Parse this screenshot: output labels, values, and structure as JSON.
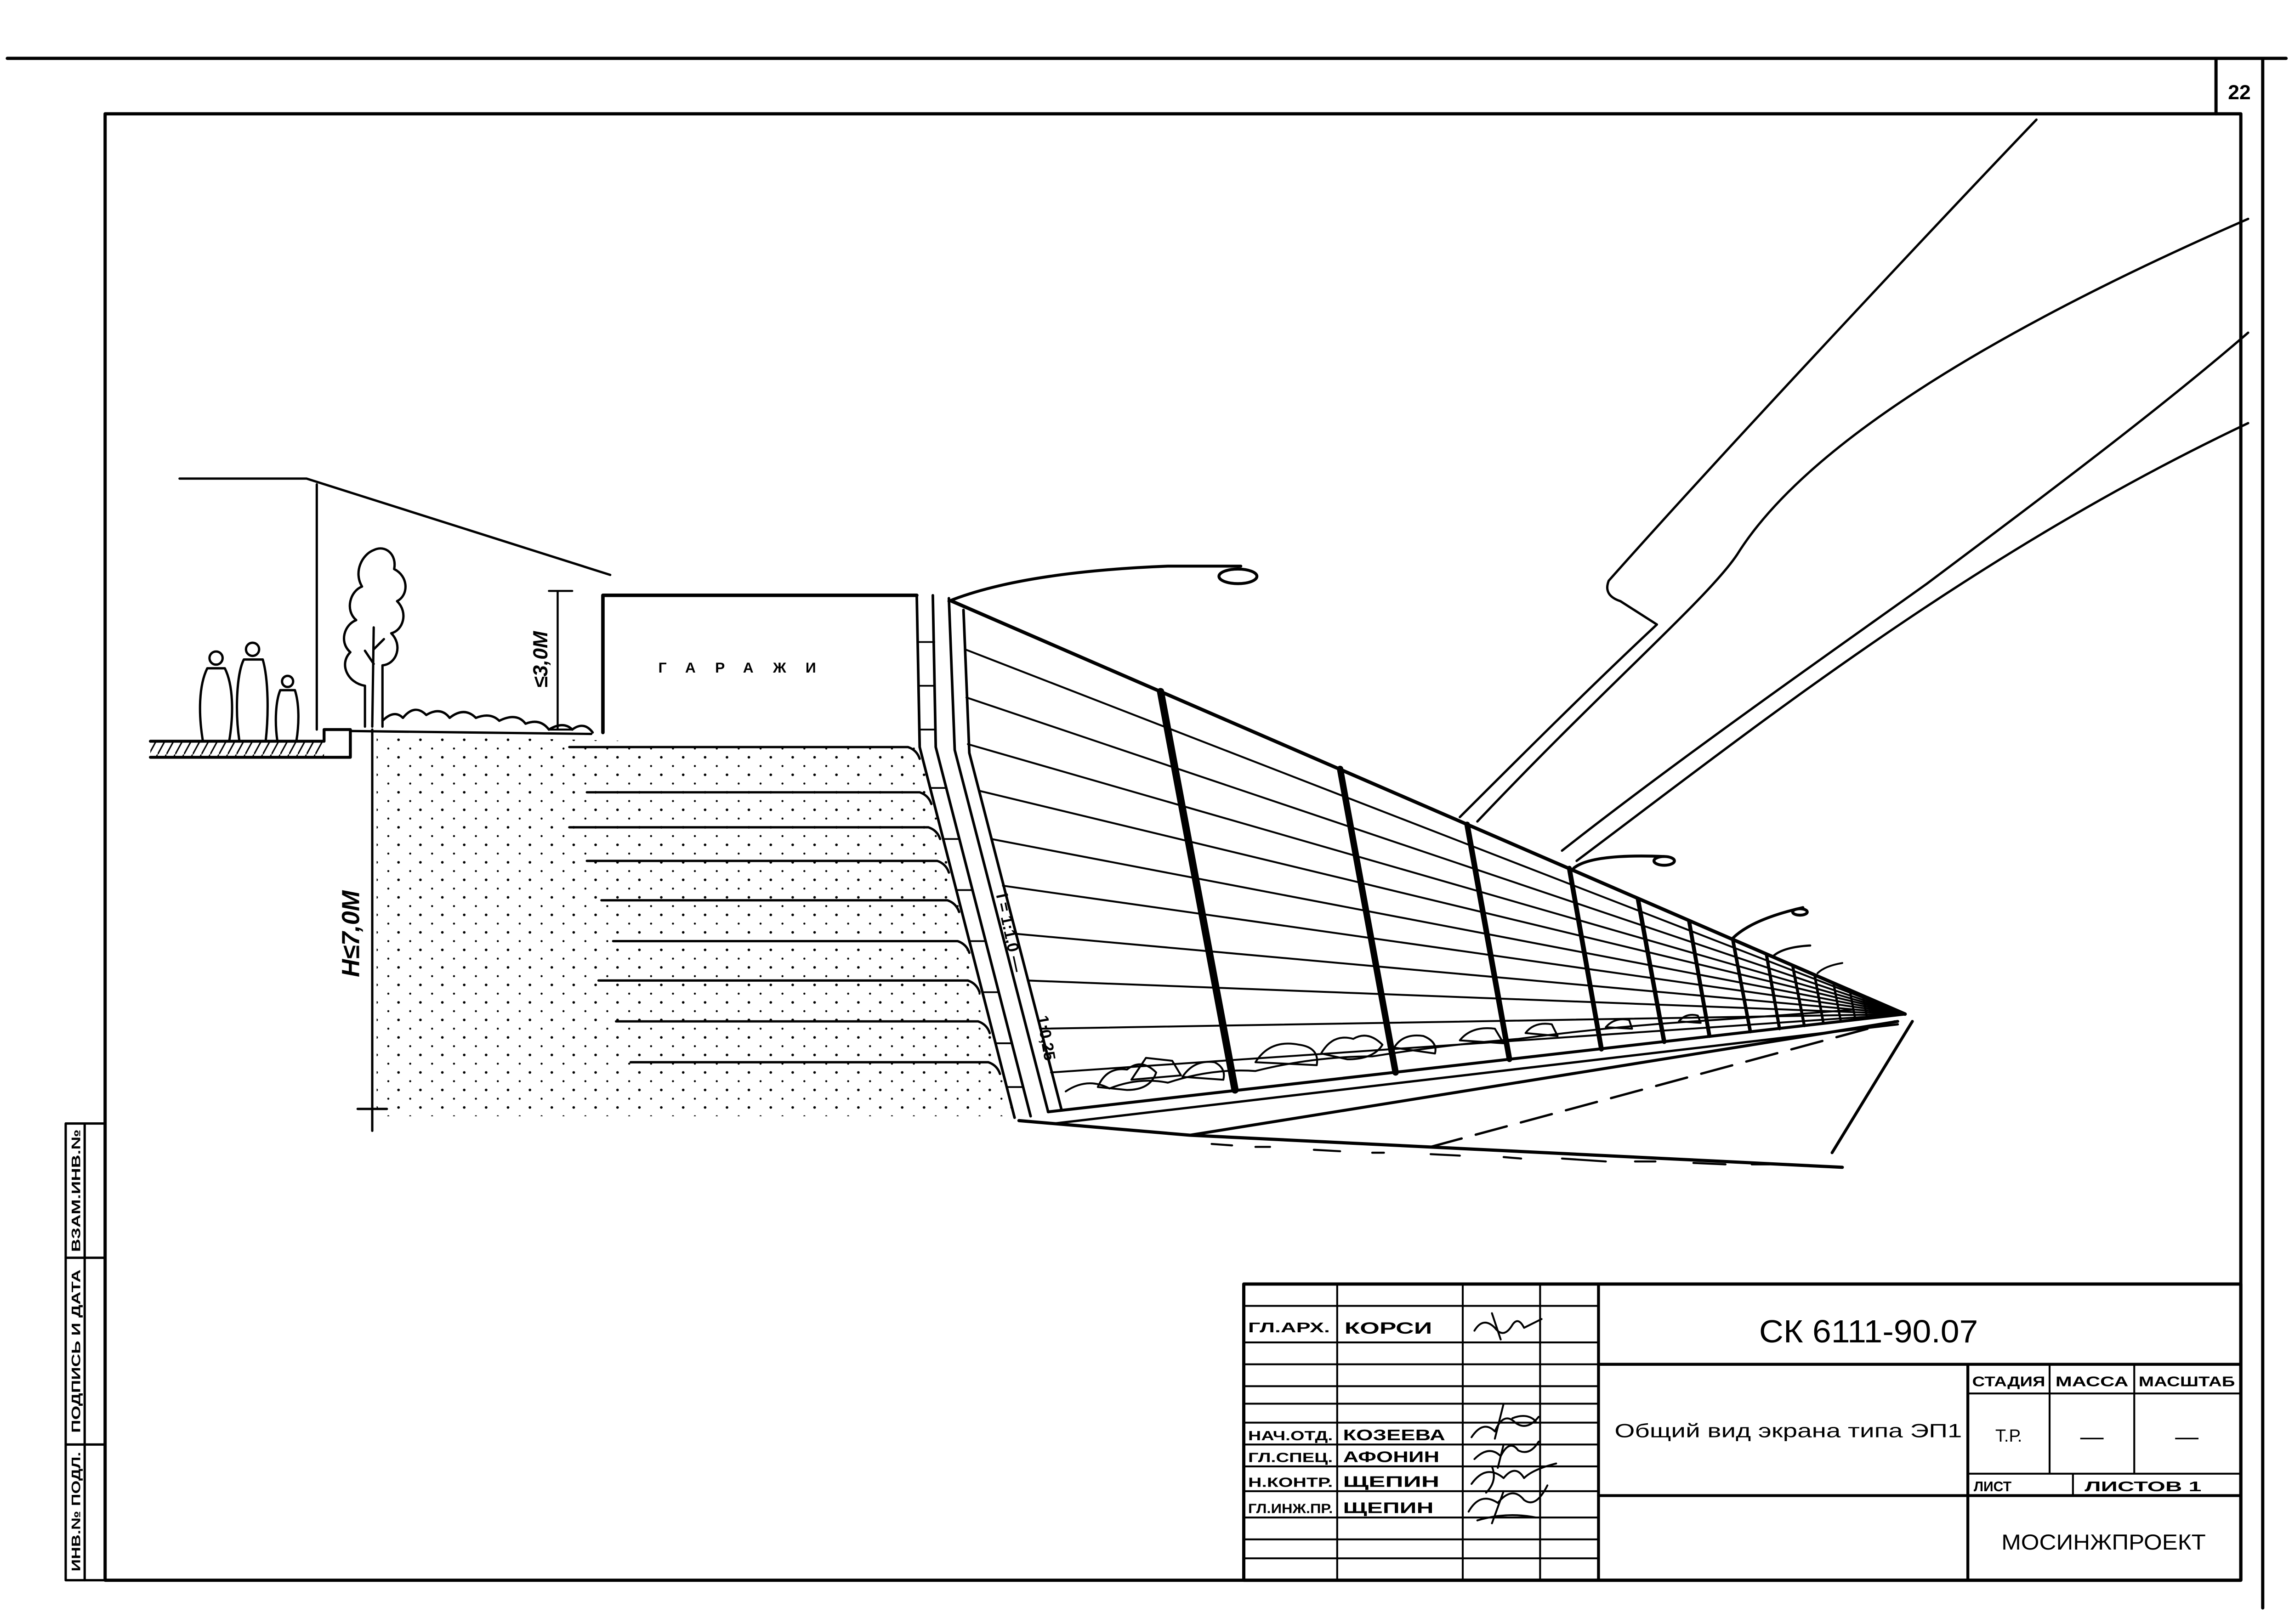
{
  "sheet": {
    "page_number": "22",
    "ink_color": "#000000",
    "paper_color": "#ffffff"
  },
  "side_strip": {
    "cells": [
      "ВЗАМ.ИНВ.№",
      "ПОДПИСЬ И ДАТА",
      "ИНВ.№ ПОДЛ."
    ]
  },
  "drawing": {
    "garage_label": "ГАРАЖИ",
    "garage_height_dim": "≤3,0М",
    "wall_height_dim": "H≤7,0М",
    "slope_label_upper": "i = 1:1,0 —",
    "slope_label_lower": "1:0,25"
  },
  "title_block": {
    "signatures": [
      {
        "role": "ГЛ.АРХ.",
        "name": "КОРСИ"
      },
      {
        "role": "НАЧ.ОТД.",
        "name": "КОЗЕЕВА"
      },
      {
        "role": "ГЛ.СПЕЦ.",
        "name": "АФОНИН"
      },
      {
        "role": "Н.КОНТР.",
        "name": "ЩЕПИН"
      },
      {
        "role": "ГЛ.ИНЖ.ПР.",
        "name": "ЩЕПИН"
      }
    ],
    "document_code": "СК 6111-90.07",
    "sheet_title": "Общий вид экрана типа ЭП1",
    "stage_header": "СТАДИЯ",
    "mass_header": "МАССА",
    "scale_header": "МАСШТАБ",
    "stage_value": "Т.Р.",
    "mass_value": "—",
    "scale_value": "—",
    "sheet_label": "ЛИСТ",
    "sheets_label": "ЛИСТОВ 1",
    "organization": "МОСИНЖПРОЕКТ"
  }
}
